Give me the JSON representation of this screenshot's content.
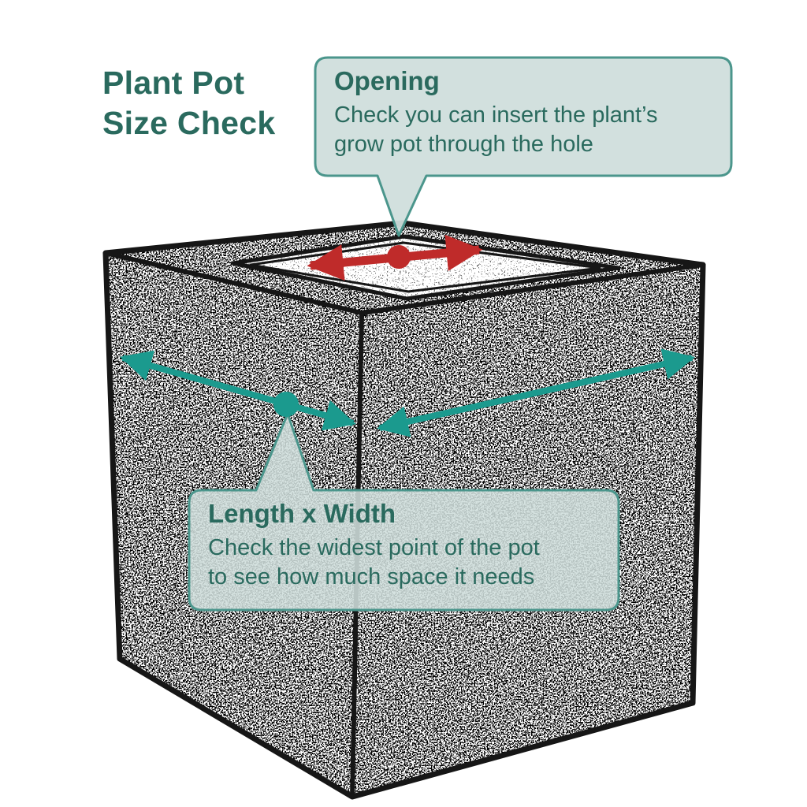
{
  "title": {
    "line1": "Plant Pot",
    "line2": "Size Check"
  },
  "callouts": {
    "opening": {
      "title": "Opening",
      "body": "Check you can insert the plant’s\ngrow pot through the hole"
    },
    "length_width": {
      "title": "Length x Width",
      "body": "Check the widest point of the pot\nto see how much space it needs"
    }
  },
  "icons": {
    "opening_arrow": "double-headed-arrow",
    "length_width_arrow": "double-headed-arrow",
    "opening_marker": "dot",
    "length_width_marker": "dot"
  },
  "colors": {
    "ink_teal": "#2a6a5e",
    "arrow_teal": "#1b9a8e",
    "arrow_red": "#bf2b2a",
    "bubble_fill": "#cfdedc",
    "bubble_stroke": "#4b968c",
    "line_black": "#161616"
  }
}
